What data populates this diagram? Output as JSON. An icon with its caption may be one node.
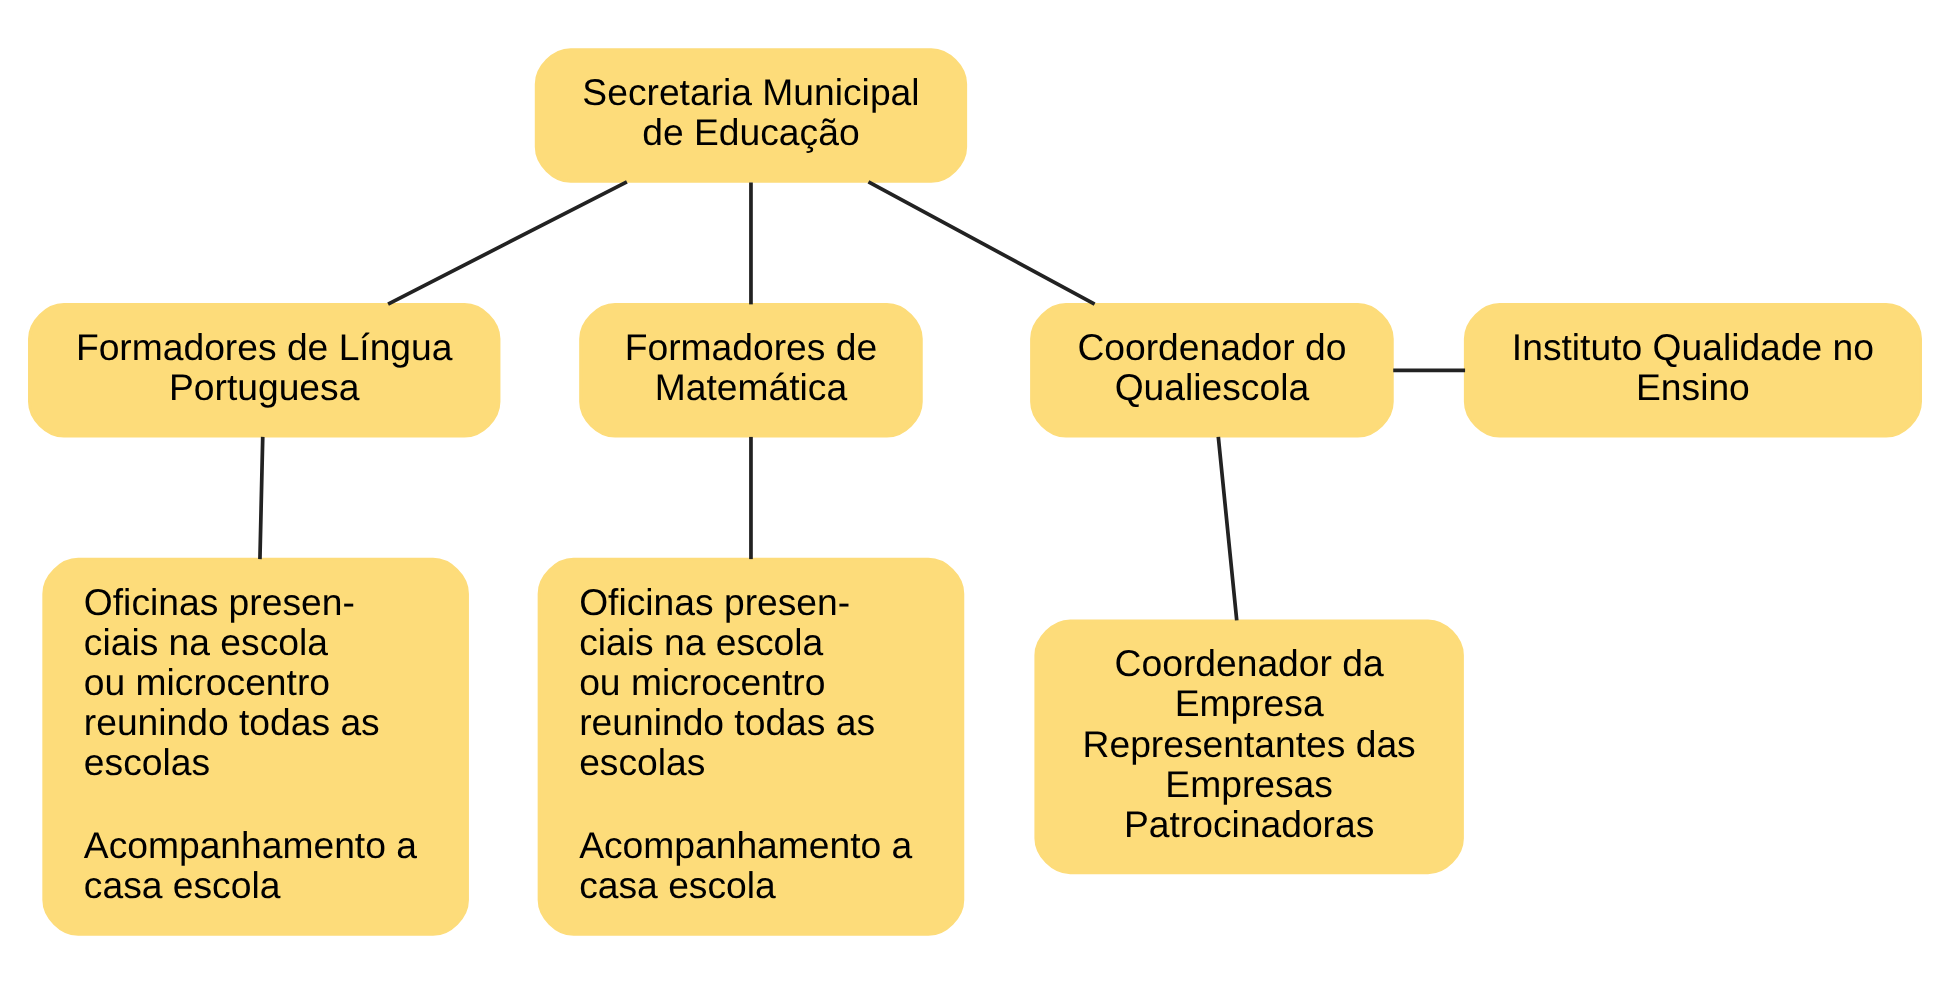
{
  "diagram": {
    "nodes": [
      {
        "text": [
          "Secretaria Municipal de Educação"
        ]
      },
      {
        "text": [
          "Formadores de Língua Portuguesa"
        ]
      },
      {
        "text": [
          "Formadores de Matemática"
        ]
      },
      {
        "text": [
          "Instituto Qualidade no Ensino"
        ]
      },
      {
        "text": [
          "Coordenador do Qualiescola"
        ]
      },
      {
        "text": [
          "Oficinas presen- ciais na escola ou microcentro reunindo todas as escolas",
          "Acompanhamento a casa escola"
        ]
      },
      {
        "text": [
          "Oficinas presen- ciais na escola ou microcentro reunindo todas as escolas",
          "Acompanhamento a casa escola"
        ]
      },
      {
        "text": [
          "Coordenador da Empresa Representantes das Empresas Patrocinadoras"
        ]
      }
    ],
    "edges": [
      {
        "from": 0,
        "to": 1,
        "arrow": "none"
      },
      {
        "from": 0,
        "to": 2,
        "arrow": "none"
      },
      {
        "from": 0,
        "to": 4,
        "arrow": "none"
      },
      {
        "from": 1,
        "to": 5,
        "arrow": "none"
      },
      {
        "from": 2,
        "to": 6,
        "arrow": "none"
      },
      {
        "from": 4,
        "to": 3,
        "arrow": "none"
      },
      {
        "from": 4,
        "to": 7,
        "arrow": "none"
      }
    ]
  }
}
